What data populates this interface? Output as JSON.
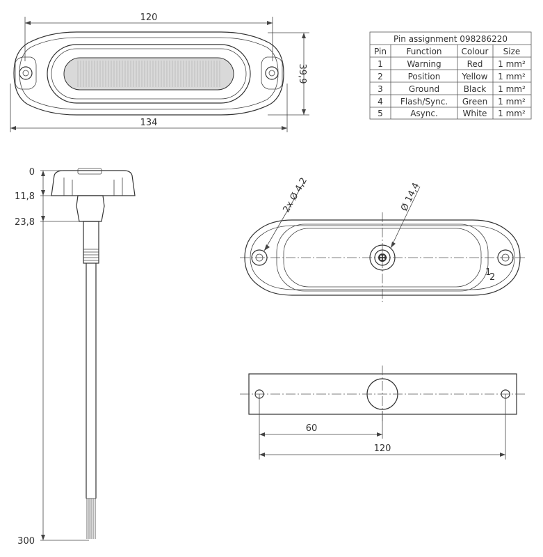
{
  "top_view": {
    "dim_width": "120",
    "dim_length": "134",
    "dim_height": "39,9"
  },
  "pin_table": {
    "title": "Pin assignment 098286220",
    "headers": [
      "Pin",
      "Function",
      "Colour",
      "Size"
    ],
    "rows": [
      [
        "1",
        "Warning",
        "Red",
        "1 mm²"
      ],
      [
        "2",
        "Position",
        "Yellow",
        "1 mm²"
      ],
      [
        "3",
        "Ground",
        "Black",
        "1 mm²"
      ],
      [
        "4",
        "Flash/Sync.",
        "Green",
        "1 mm²"
      ],
      [
        "5",
        "Async.",
        "White",
        "1 mm²"
      ]
    ]
  },
  "side_view": {
    "marks": [
      "0",
      "11,8",
      "23,8",
      "300"
    ]
  },
  "rear_view": {
    "hole_label": "2x Ø 4,2",
    "connector_label": "Ø 14,4",
    "pin_label": "1",
    "pin_label_2": "2"
  },
  "drill_template": {
    "dim_half": "60",
    "dim_full": "120"
  }
}
